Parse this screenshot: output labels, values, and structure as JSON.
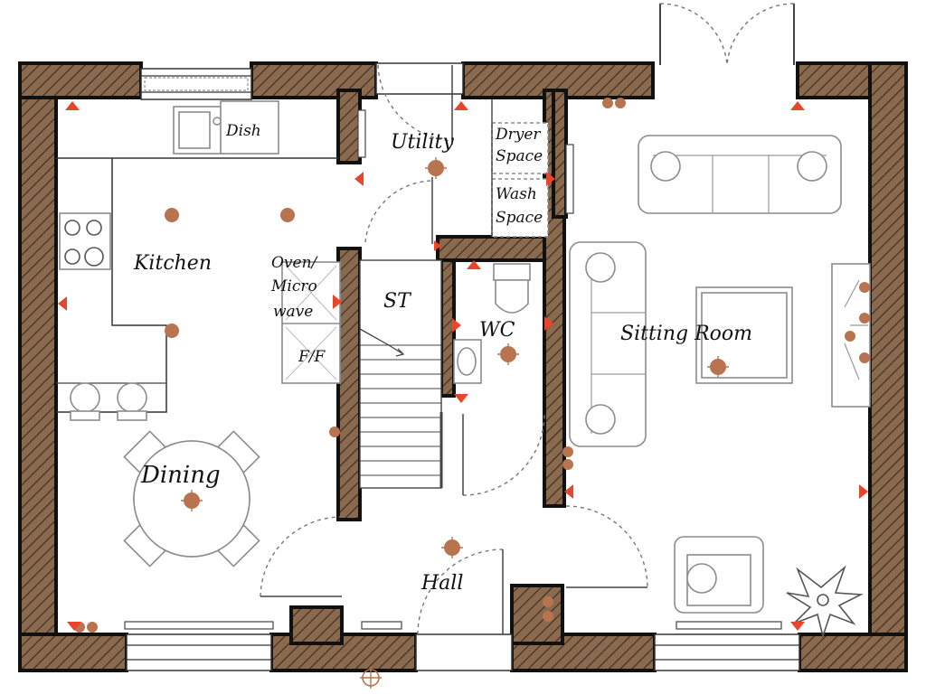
{
  "rooms": {
    "kitchen": "Kitchen",
    "utility": "Utility",
    "dryer_line1": "Dryer",
    "dryer_line2": "Space",
    "wash_line1": "Wash",
    "wash_line2": "Space",
    "dish": "Dish",
    "oven_line1": "Oven/",
    "oven_line2": "Micro",
    "oven_line3": "wave",
    "fridge_freezer": "F/F",
    "store": "ST",
    "wc": "WC",
    "sitting_room": "Sitting Room",
    "dining": "Dining",
    "hall": "Hall"
  },
  "colors": {
    "wall_fill": "#8a6a4f",
    "wall_hatch": "#3b2a1e",
    "marker": "#e8452a",
    "light_fitting": "#b8744f"
  },
  "icons": [
    "ceiling-light-icon",
    "sensor-marker-icon",
    "door-swing-icon",
    "window-icon",
    "sofa-icon",
    "armchair-icon",
    "plant-icon",
    "hob-icon",
    "sink-icon",
    "toilet-icon",
    "stairs-icon"
  ]
}
